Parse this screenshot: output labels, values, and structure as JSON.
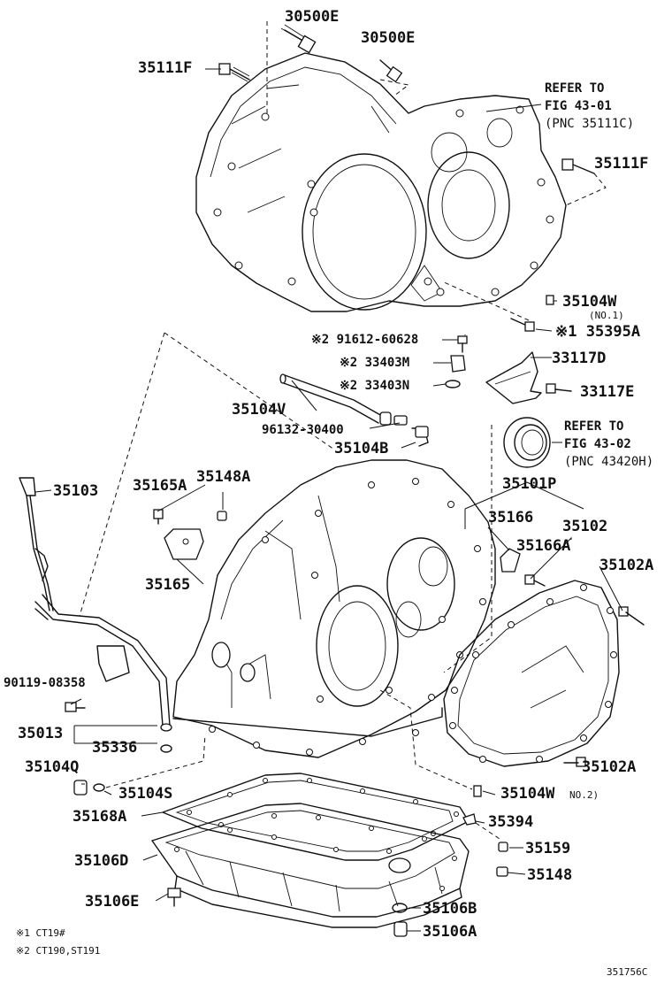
{
  "labels": {
    "l30500e_a": "30500E",
    "l30500e_b": "30500E",
    "l35111f_a": "35111F",
    "l35111f_b": "35111F",
    "refer1_a": "REFER TO",
    "refer1_b": "FIG 43-01",
    "refer1_c": "(PNC 35111C)",
    "l35104w": "35104W",
    "l35104w_no1": "(NO.1)",
    "l35395a": "※1 35395A",
    "l291612": "※2 91612-60628",
    "l33403m": "※2 33403M",
    "l33403n": "※2 33403N",
    "l33117d": "33117D",
    "l33117e": "33117E",
    "l35104v": "35104V",
    "l96132": "96132-30400",
    "l35104b": "35104B",
    "refer2_a": "REFER TO",
    "refer2_b": "FIG 43-02",
    "refer2_c": "(PNC 43420H)",
    "l35103": "35103",
    "l35165a": "35165A",
    "l35148a": "35148A",
    "l35101p": "35101P",
    "l35166": "35166",
    "l35102": "35102",
    "l35166a": "35166A",
    "l35102a_a": "35102A",
    "l35165": "35165",
    "l90119": "90119-08358",
    "l35013": "35013",
    "l35336": "35336",
    "l35104q": "35104Q",
    "l35104s": "35104S",
    "l35102a_b": "35102A",
    "l35104w2": "35104W",
    "l35104w2_no2": "NO.2)",
    "l35168a": "35168A",
    "l35394": "35394",
    "l35106d": "35106D",
    "l35159": "35159",
    "l35148": "35148",
    "l35106e": "35106E",
    "l35106b": "35106B",
    "l35106a": "35106A",
    "note1": "※1  CT19#",
    "note2": "※2  CT190,ST191",
    "fig_code": "351756C"
  }
}
